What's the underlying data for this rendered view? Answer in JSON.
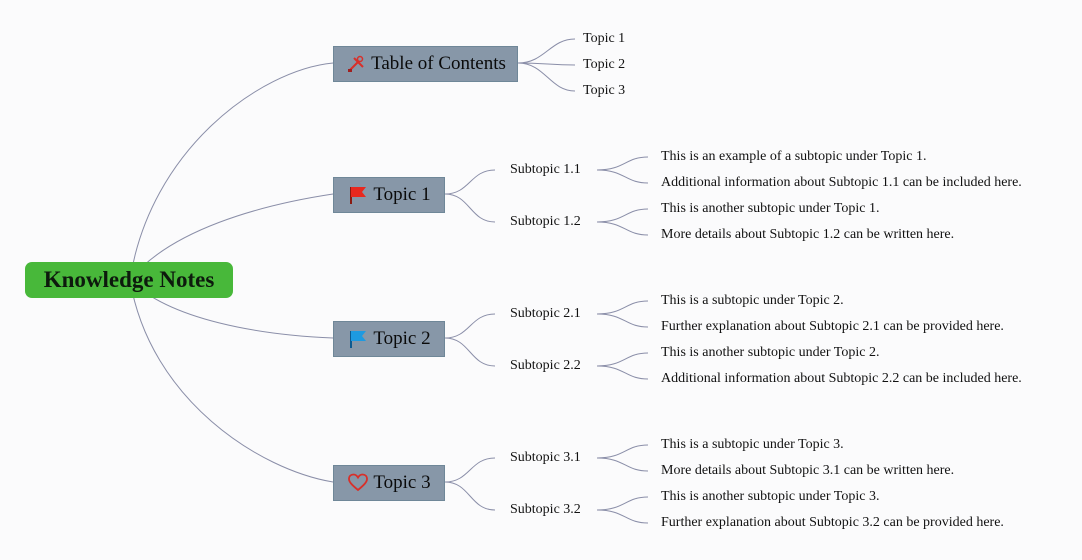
{
  "root": {
    "label": "Knowledge Notes"
  },
  "toc": {
    "label": "Table of Contents",
    "items": [
      "Topic 1",
      "Topic 2",
      "Topic 3"
    ]
  },
  "topics": [
    {
      "label": "Topic 1",
      "icon": "red-flag-icon",
      "subtopics": [
        {
          "label": "Subtopic 1.1",
          "notes": [
            "This is an example of a subtopic under Topic 1.",
            "Additional information about Subtopic 1.1 can be included here."
          ]
        },
        {
          "label": "Subtopic 1.2",
          "notes": [
            "This is another subtopic under Topic 1.",
            "More details about Subtopic 1.2 can be written here."
          ]
        }
      ]
    },
    {
      "label": "Topic 2",
      "icon": "blue-flag-icon",
      "subtopics": [
        {
          "label": "Subtopic 2.1",
          "notes": [
            "This is a subtopic under Topic 2.",
            "Further explanation about Subtopic 2.1 can be provided here."
          ]
        },
        {
          "label": "Subtopic 2.2",
          "notes": [
            "This is another subtopic under Topic 2.",
            "Additional information about Subtopic 2.2 can be included here."
          ]
        }
      ]
    },
    {
      "label": "Topic 3",
      "icon": "heart-icon",
      "subtopics": [
        {
          "label": "Subtopic 3.1",
          "notes": [
            "This is a subtopic under Topic 3.",
            "More details about Subtopic 3.1 can be written here."
          ]
        },
        {
          "label": "Subtopic 3.2",
          "notes": [
            "This is another subtopic under Topic 3.",
            "Further explanation about Subtopic 3.2 can be provided here."
          ]
        }
      ]
    }
  ],
  "colors": {
    "root_fill": "#48b83a",
    "branch_fill": "#8797a8",
    "connector": "#8a8ea8",
    "red_flag": "#e8281e",
    "blue_flag": "#1e9ae0",
    "heart": "#d8302a"
  }
}
